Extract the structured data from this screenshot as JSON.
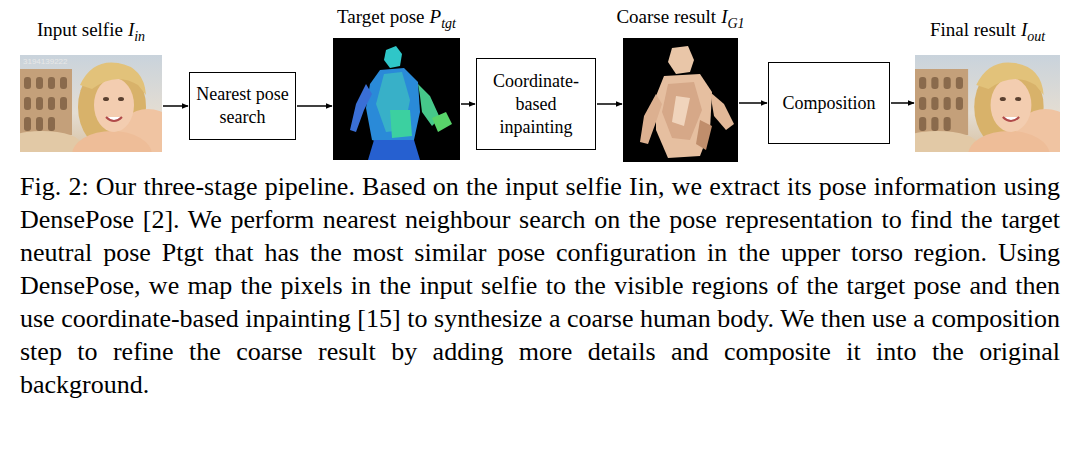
{
  "diagram": {
    "caption": "Fig. 2: Our three-stage pipeline. Based on the input selfie Iin, we extract its pose information using DensePose [2]. We perform nearest neighbour search on the pose representation to find the target neutral pose Ptgt that has the most similar pose configuration in the upper torso region. Using DensePose, we map the pixels in the input selfie to the visible regions of the target pose and then use coordinate-based inpainting [15] to synthesize a coarse human body. We then use a composition step to refine the coarse result by adding more details and composite it into the original background.",
    "nodes": [
      {
        "text": [
          "Input selfie",
          "I",
          "in"
        ]
      },
      {
        "text": [
          "Nearest pose search"
        ]
      },
      {
        "text": [
          "Target pose",
          "P",
          "tgt"
        ]
      },
      {
        "text": [
          "Coordinate-based inpainting"
        ]
      },
      {
        "text": [
          "Coarse result",
          "I",
          "G1"
        ]
      },
      {
        "text": [
          "Composition"
        ]
      },
      {
        "text": [
          "Final result",
          "I",
          "out"
        ]
      }
    ],
    "edges": [
      {
        "from": 0,
        "to": 1,
        "arrow": "to"
      },
      {
        "from": 1,
        "to": 2,
        "arrow": "to"
      },
      {
        "from": 2,
        "to": 3,
        "arrow": "to"
      },
      {
        "from": 3,
        "to": 4,
        "arrow": "to"
      },
      {
        "from": 4,
        "to": 5,
        "arrow": "to"
      },
      {
        "from": 5,
        "to": 6,
        "arrow": "to"
      }
    ],
    "labels": [
      "3194139222"
    ]
  }
}
